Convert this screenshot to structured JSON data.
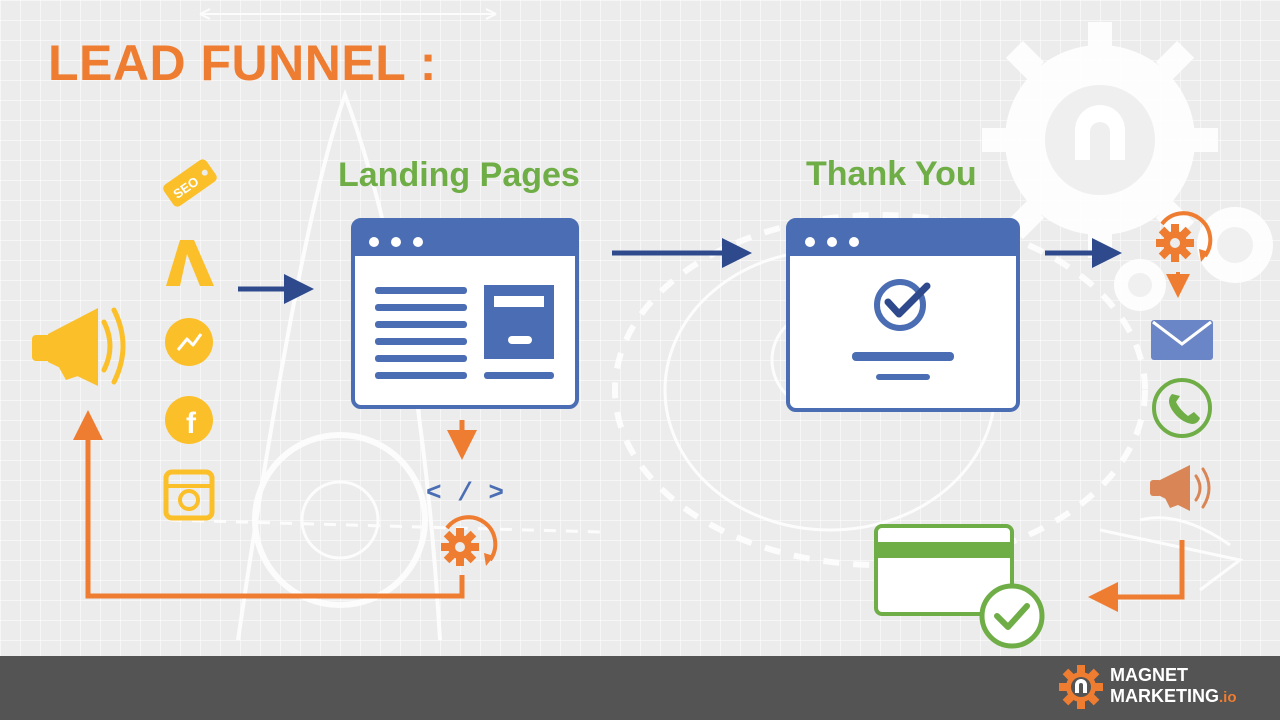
{
  "title": "LEAD FUNNEL :",
  "stages": {
    "landing_label": "Landing Pages",
    "thanks_label": "Thank You"
  },
  "sources": [
    {
      "icon": "seo-tag-icon",
      "text": "SEO"
    },
    {
      "icon": "google-ads-icon"
    },
    {
      "icon": "messenger-icon"
    },
    {
      "icon": "facebook-icon",
      "text": "f"
    },
    {
      "icon": "instagram-icon"
    }
  ],
  "code_symbol": "< / >",
  "follow_up": [
    "automation-gear-icon",
    "email-icon",
    "phone-icon",
    "megaphone-icon"
  ],
  "footer": {
    "brand_line1": "MAGNET",
    "brand_line2": "MARKETING",
    "brand_suffix": ".io"
  },
  "colors": {
    "orange": "#ee7d31",
    "green": "#6fad46",
    "blue": "#4a6db3",
    "navy": "#2e4a8c",
    "yellow": "#fbbf2a",
    "footer_bg": "#545454"
  }
}
